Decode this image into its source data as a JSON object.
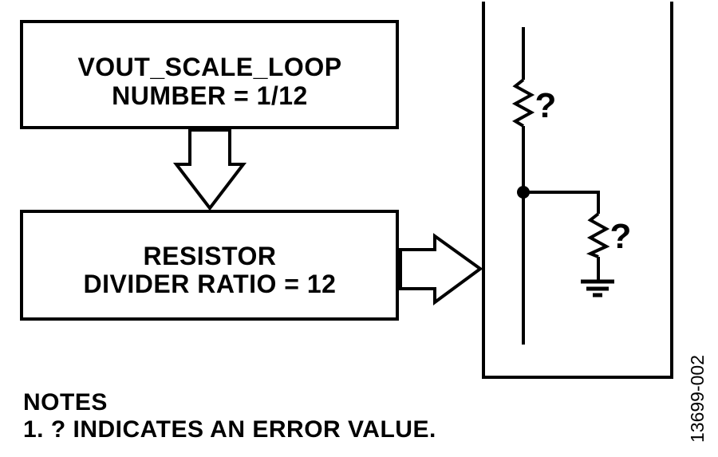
{
  "figure": {
    "box_vout": {
      "line1": "VOUT_SCALE_LOOP",
      "line2": "NUMBER = 1/12"
    },
    "box_resistor": {
      "line1": "RESISTOR",
      "line2": "DIVIDER RATIO = 12"
    },
    "circuit": {
      "top_resistor_value": "?",
      "bottom_resistor_value": "?"
    },
    "notes": {
      "title": "NOTES",
      "note1": "1. ? INDICATES AN ERROR VALUE."
    },
    "figure_number": "13699-002",
    "colors": {
      "ink": "#000000",
      "background": "#ffffff"
    }
  }
}
